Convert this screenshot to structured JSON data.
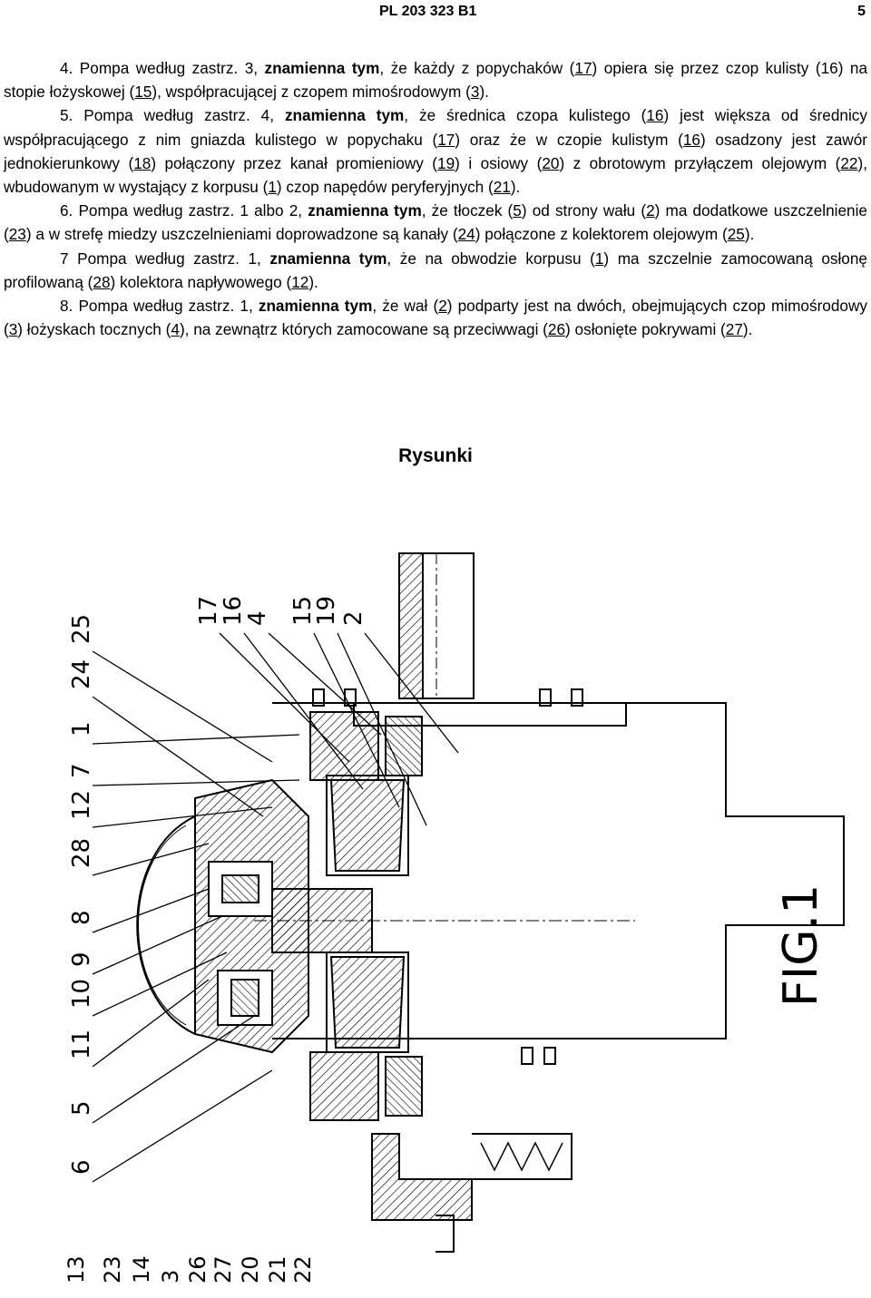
{
  "header": {
    "patent_number": "PL 203 323 B1",
    "page": "5"
  },
  "claims": [
    {
      "number": "4.",
      "segments": [
        {
          "t": "4. Pompa według zastrz. 3, "
        },
        {
          "t": "znamienna tym",
          "b": true
        },
        {
          "t": ", że każdy z popychaków ("
        },
        {
          "t": "17",
          "u": true
        },
        {
          "t": ") opiera się przez czop kulisty (16) na stopie łożyskowej ("
        },
        {
          "t": "15",
          "u": true
        },
        {
          "t": "), współpracującej z czopem mimośrodowym ("
        },
        {
          "t": "3",
          "u": true
        },
        {
          "t": ")."
        }
      ]
    },
    {
      "number": "5.",
      "segments": [
        {
          "t": "5. Pompa według zastrz. 4, "
        },
        {
          "t": "znamienna tym",
          "b": true
        },
        {
          "t": ", że średnica czopa kulistego ("
        },
        {
          "t": "16",
          "u": true
        },
        {
          "t": ") jest większa od średnicy współpracującego z nim gniazda kulistego w popychaku ("
        },
        {
          "t": "17",
          "u": true
        },
        {
          "t": ") oraz że w czopie kulistym ("
        },
        {
          "t": "16",
          "u": true
        },
        {
          "t": ") osadzony jest zawór jednokierunkowy ("
        },
        {
          "t": "18",
          "u": true
        },
        {
          "t": ") połączony przez kanał promieniowy ("
        },
        {
          "t": "19",
          "u": true
        },
        {
          "t": ") i osiowy ("
        },
        {
          "t": "20",
          "u": true
        },
        {
          "t": ") z obrotowym przyłączem olejowym ("
        },
        {
          "t": "22",
          "u": true
        },
        {
          "t": "), wbudowanym w wystający z korpusu ("
        },
        {
          "t": "1",
          "u": true
        },
        {
          "t": ") czop napędów peryferyjnych ("
        },
        {
          "t": "21",
          "u": true
        },
        {
          "t": ")."
        }
      ]
    },
    {
      "number": "6.",
      "segments": [
        {
          "t": "6. Pompa według zastrz. 1 albo 2, "
        },
        {
          "t": "znamienna tym",
          "b": true
        },
        {
          "t": ", że tłoczek ("
        },
        {
          "t": "5",
          "u": true
        },
        {
          "t": ") od strony wału ("
        },
        {
          "t": "2",
          "u": true
        },
        {
          "t": ") ma dodatkowe uszczelnienie ("
        },
        {
          "t": "23",
          "u": true
        },
        {
          "t": ") a w strefę miedzy uszczelnieniami doprowadzone są kanały ("
        },
        {
          "t": "24",
          "u": true
        },
        {
          "t": ") połączone z kolektorem olejowym ("
        },
        {
          "t": "25",
          "u": true
        },
        {
          "t": ")."
        }
      ]
    },
    {
      "number": "7",
      "segments": [
        {
          "t": "7 Pompa według zastrz. 1, "
        },
        {
          "t": "znamienna tym",
          "b": true
        },
        {
          "t": ", że na obwodzie korpusu ("
        },
        {
          "t": "1",
          "u": true
        },
        {
          "t": ") ma szczelnie zamocowaną osłonę profilowaną ("
        },
        {
          "t": "28",
          "u": true
        },
        {
          "t": ") kolektora napływowego ("
        },
        {
          "t": "12",
          "u": true
        },
        {
          "t": ")."
        }
      ]
    },
    {
      "number": "8.",
      "segments": [
        {
          "t": "8. Pompa według zastrz. 1, "
        },
        {
          "t": "znamienna tym",
          "b": true
        },
        {
          "t": ", że wał ("
        },
        {
          "t": "2",
          "u": true
        },
        {
          "t": ") podparty jest na dwóch, obejmujących czop mimośrodowy ("
        },
        {
          "t": "3",
          "u": true
        },
        {
          "t": ") łożyskach tocznych ("
        },
        {
          "t": "4",
          "u": true
        },
        {
          "t": "), na zewnątrz których zamocowane są przeciwwagi ("
        },
        {
          "t": "26",
          "u": true
        },
        {
          "t": ") osłonięte pokrywami ("
        },
        {
          "t": "27",
          "u": true
        },
        {
          "t": ")."
        }
      ]
    }
  ],
  "drawings_heading": "Rysunki",
  "figure": {
    "caption": "FIG.1",
    "labels_left": [
      "25",
      "24",
      "1",
      "7",
      "12",
      "28",
      "8",
      "9",
      "10",
      "11",
      "5",
      "6"
    ],
    "labels_top": [
      "17",
      "16",
      "4",
      "15",
      "19",
      "2"
    ],
    "labels_bottom": [
      "13",
      "23",
      "14",
      "3",
      "26",
      "27",
      "20",
      "21",
      "22"
    ]
  }
}
